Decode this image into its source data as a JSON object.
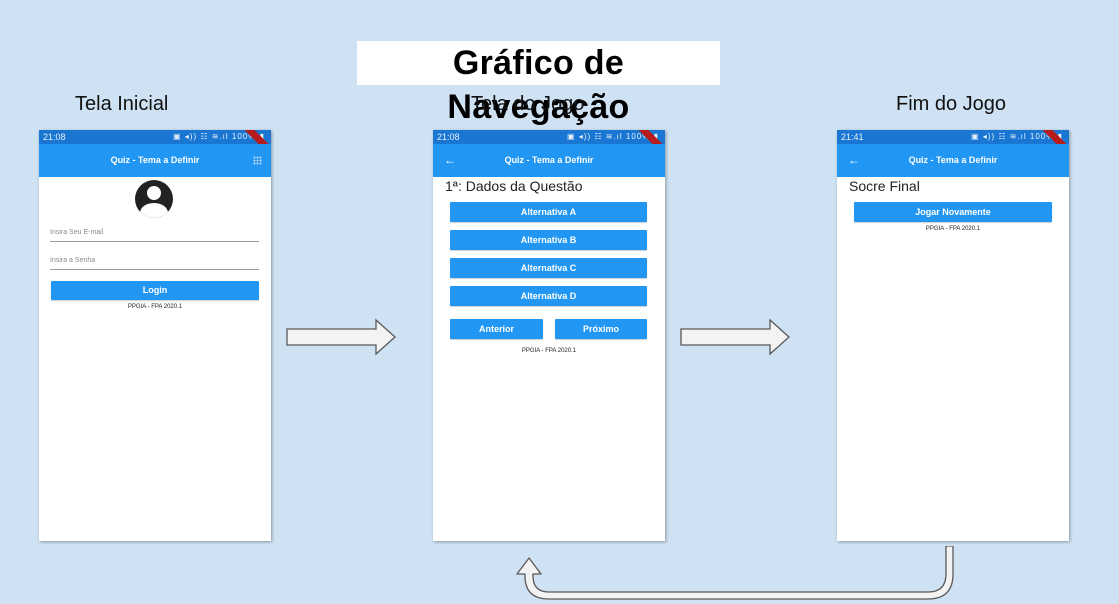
{
  "title": "Gráfico de Navegação",
  "screens": {
    "login": {
      "caption": "Tela Inicial",
      "time": "21:08",
      "appbar_title": "Quiz - Tema a Definir",
      "email_placeholder": "Insira Seu E-mail",
      "password_placeholder": "Insira a Senha",
      "login_button": "Login",
      "footer": "PPGIA - FPA 2020.1"
    },
    "game": {
      "caption": "Tela do Jogo",
      "time": "21:08",
      "appbar_title": "Quiz - Tema a Definir",
      "question": "1ª: Dados da Questão",
      "alternatives": [
        "Alternativa A",
        "Alternativa B",
        "Alternativa C",
        "Alternativa D"
      ],
      "prev_button": "Anterior",
      "next_button": "Próximo",
      "footer": "PPGIA - FPA 2020.1"
    },
    "end": {
      "caption": "Fim do Jogo",
      "time": "21:41",
      "appbar_title": "Quiz - Tema a Definir",
      "heading": "Socre Final",
      "play_again_button": "Jogar Novamente",
      "footer": "PPGIA - FPA 2020.1"
    }
  },
  "status_icons": "▣ ◂)) ☷ ≋.ıl 100% ▮",
  "colors": {
    "background": "#cfe2f3",
    "appbar": "#2196f3",
    "statusbar": "#1976d2",
    "button": "#2196f3"
  }
}
